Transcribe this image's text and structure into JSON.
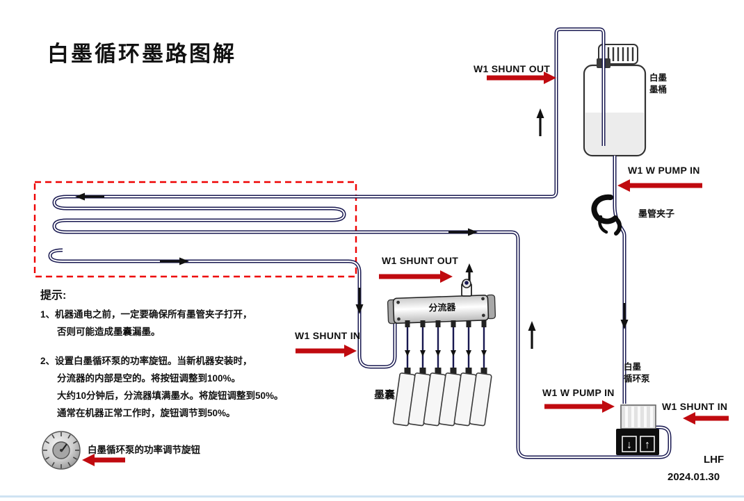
{
  "title": "白墨循环墨路图解",
  "labels": {
    "shunt_out_top": "W1 SHUNT OUT",
    "w_pump_in_right": "W1 W PUMP IN",
    "tube_clamp": "墨管夹子",
    "bucket_line1": "白墨",
    "bucket_line2": "墨桶",
    "splitter": "分流器",
    "shunt_out_mid": "W1 SHUNT OUT",
    "shunt_in_mid": "W1 SHUNT IN",
    "ink_dampers": "墨囊",
    "pump_line1": "白墨",
    "pump_line2": "循环泵",
    "w_pump_in_bottom": "W1 W PUMP IN",
    "shunt_in_bottom": "W1 SHUNT IN",
    "pump_btn_down": "↓",
    "pump_btn_up": "↑"
  },
  "tips": {
    "heading": "提示:",
    "line1": "1、机器通电之前，一定要确保所有墨管夹子打开，",
    "line2": "否则可能造成墨囊漏墨。",
    "line3": "2、设置白墨循环泵的功率旋钮。当新机器安装时，",
    "line4": "分流器的内部是空的。将按钮调整到100%。",
    "line5": "大约10分钟后，分流器填满墨水。将旋钮调整到50%。",
    "line6": "通常在机器正常工作时，旋钮调节到50%。"
  },
  "knob": {
    "label": "白墨循环泵的功率调节旋钮"
  },
  "footer": {
    "author": "LHF",
    "date": "2024.01.30"
  },
  "colors": {
    "tube": "#181850",
    "arrow_red": "#c00a0f",
    "dashed_box": "#ee0000"
  }
}
